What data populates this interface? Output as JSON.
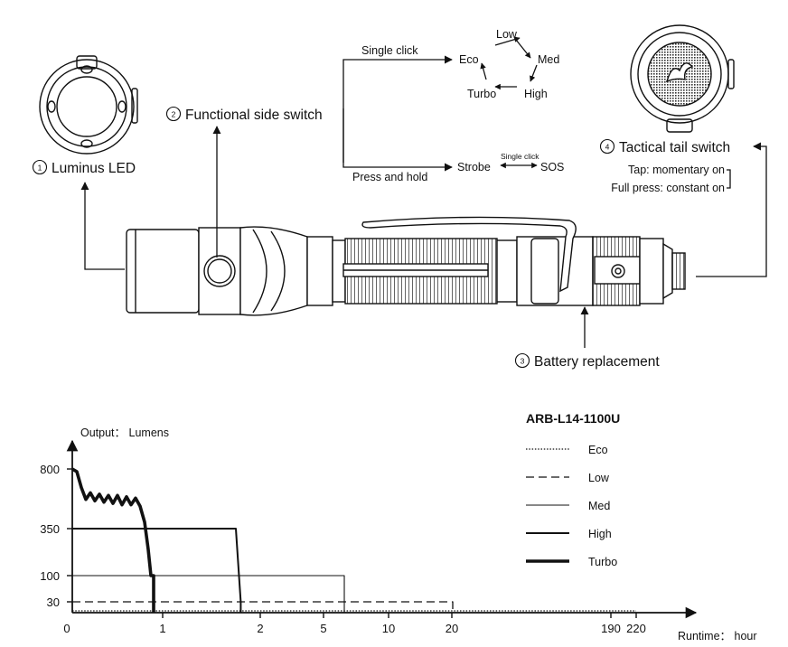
{
  "diagram": {
    "parts": {
      "led": {
        "num": "1",
        "label": "Luminus LED"
      },
      "side_switch": {
        "num": "2",
        "label": "Functional side switch"
      },
      "battery": {
        "num": "3",
        "label": "Battery replacement"
      },
      "tail_switch": {
        "num": "4",
        "label": "Tactical tail switch"
      }
    },
    "single_click": "Single click",
    "press_hold": "Press and hold",
    "modes": [
      "Low",
      "Med",
      "High",
      "Turbo",
      "Eco"
    ],
    "strobe": "Strobe",
    "sos": "SOS",
    "strobe_sos_click": "Single click",
    "tail_tap": "Tap: momentary on",
    "tail_full": "Full press: constant on"
  },
  "chart_data": {
    "type": "line",
    "title": "ARB-L14-1100U",
    "ylabel": "Output： Lumens",
    "xlabel": "Runtime： hour",
    "y_ticks": [
      "800",
      "350",
      "100",
      "30"
    ],
    "x_ticks": [
      "0",
      "1",
      "2",
      "5",
      "10",
      "20",
      "190",
      "220"
    ],
    "legend_position": "top-right",
    "series": [
      {
        "name": "Eco",
        "style": "dotted",
        "points": [
          [
            0,
            5
          ],
          [
            220,
            5
          ]
        ]
      },
      {
        "name": "Low",
        "style": "dashed",
        "points": [
          [
            0,
            30
          ],
          [
            21,
            30
          ],
          [
            21,
            0
          ]
        ]
      },
      {
        "name": "Med",
        "style": "thin",
        "points": [
          [
            0,
            100
          ],
          [
            6.6,
            100
          ],
          [
            6.6,
            0
          ]
        ]
      },
      {
        "name": "High",
        "style": "medium",
        "points": [
          [
            0,
            350
          ],
          [
            1.75,
            350
          ],
          [
            1.8,
            30
          ],
          [
            1.8,
            0
          ]
        ]
      },
      {
        "name": "Turbo",
        "style": "thick",
        "points": [
          [
            0,
            800
          ],
          [
            0.05,
            780
          ],
          [
            0.1,
            660
          ],
          [
            0.15,
            570
          ],
          [
            0.2,
            620
          ],
          [
            0.25,
            560
          ],
          [
            0.3,
            610
          ],
          [
            0.35,
            550
          ],
          [
            0.4,
            600
          ],
          [
            0.45,
            540
          ],
          [
            0.5,
            600
          ],
          [
            0.55,
            530
          ],
          [
            0.6,
            590
          ],
          [
            0.65,
            530
          ],
          [
            0.7,
            580
          ],
          [
            0.75,
            520
          ],
          [
            0.8,
            400
          ],
          [
            0.84,
            240
          ],
          [
            0.87,
            100
          ],
          [
            0.9,
            100
          ],
          [
            0.9,
            0
          ]
        ]
      }
    ]
  }
}
